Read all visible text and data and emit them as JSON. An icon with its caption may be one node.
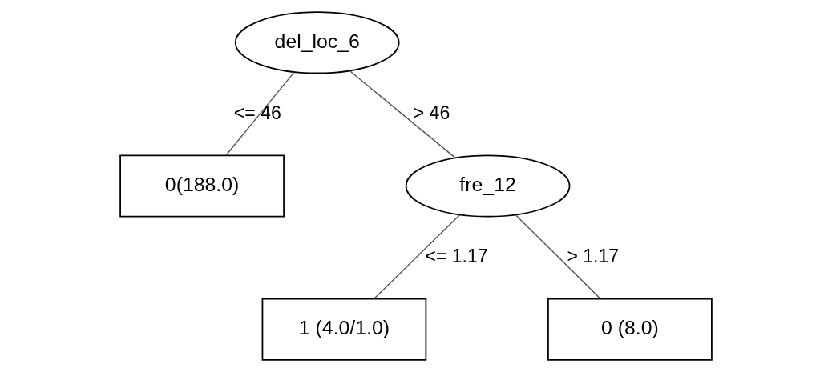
{
  "diagram": {
    "nodes": [
      {
        "text": [
          "del_loc_6"
        ]
      },
      {
        "text": [
          "0(188.0)"
        ]
      },
      {
        "text": [
          "fre_12"
        ]
      },
      {
        "text": [
          "1 (4.0/1.0)"
        ]
      },
      {
        "text": [
          "0 (8.0)"
        ]
      }
    ],
    "edges": [
      {
        "from": 0,
        "to": 1,
        "arrow": "none",
        "label": "<= 46"
      },
      {
        "from": 0,
        "to": 2,
        "arrow": "none",
        "label": "> 46"
      },
      {
        "from": 2,
        "to": 3,
        "arrow": "none",
        "label": "<= 1.17"
      },
      {
        "from": 2,
        "to": 4,
        "arrow": "none",
        "label": "> 1.17"
      }
    ]
  }
}
